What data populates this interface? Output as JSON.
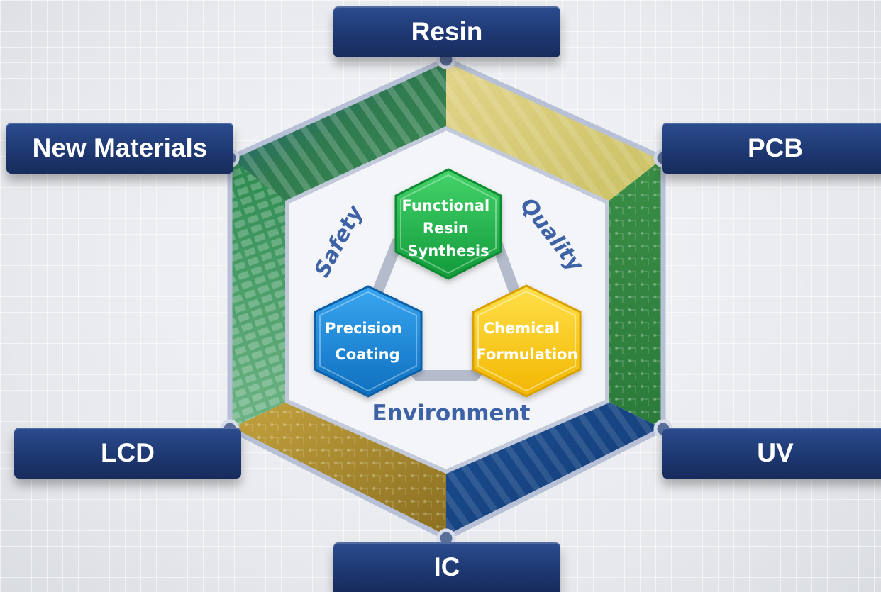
{
  "labels": {
    "top": "Resin",
    "top_left": "New Materials",
    "top_right": "PCB",
    "bottom_left": "LCD",
    "bottom_right": "UV",
    "bottom": "IC"
  },
  "core": {
    "functional": [
      "Functional",
      "Resin",
      "Synthesis"
    ],
    "precision": [
      "Precision",
      "Coating"
    ],
    "chemical": [
      "Chemical",
      "Formulation"
    ]
  },
  "values": {
    "safety": "Safety",
    "quality": "Quality",
    "environment": "Environment"
  },
  "colors": {
    "label_bg": "#1e3872",
    "frame": "#b7c0d6",
    "green": "#1fae4a",
    "blue": "#1a84d6",
    "yellow": "#f3c20a",
    "value_text": "#3d62a6"
  },
  "icons": {
    "node": "circle-connector-icon"
  }
}
